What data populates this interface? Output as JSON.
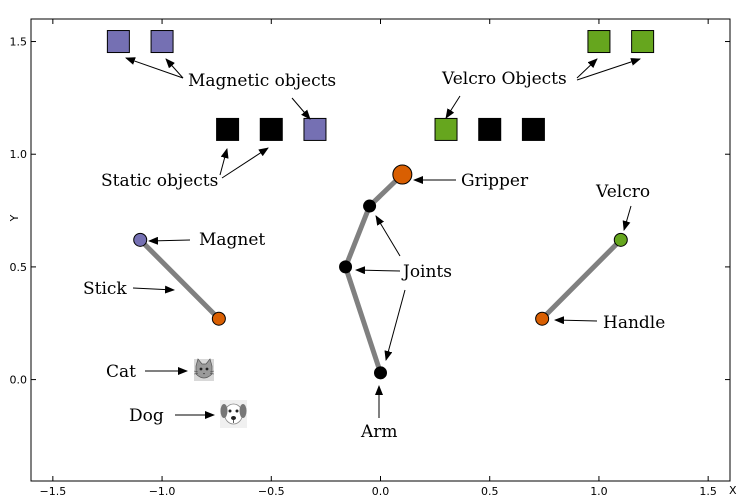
{
  "chart_data": {
    "type": "scatter",
    "xlabel": "X",
    "ylabel": "Y",
    "xlim": [
      -1.6,
      1.6
    ],
    "ylim": [
      -0.45,
      1.6
    ],
    "xticks": [
      -1.5,
      -1.0,
      -0.5,
      0.0,
      0.5,
      1.0,
      1.5
    ],
    "xtick_labels": [
      "−1.5",
      "−1.0",
      "−0.5",
      "0.0",
      "0.5",
      "1.0",
      "1.5"
    ],
    "yticks": [
      0.0,
      0.5,
      1.0,
      1.5
    ],
    "ytick_labels": [
      "0.0",
      "0.5",
      "1.0",
      "1.5"
    ],
    "colors": {
      "magnetic": "#7570b3",
      "velcro": "#66a61e",
      "static": "#000000",
      "handle": "#d95f02",
      "link": "#808080"
    },
    "objects": [
      {
        "kind": "magnetic",
        "x": -1.2,
        "y": 1.5
      },
      {
        "kind": "magnetic",
        "x": -1.0,
        "y": 1.5
      },
      {
        "kind": "velcro",
        "x": 1.0,
        "y": 1.5
      },
      {
        "kind": "velcro",
        "x": 1.2,
        "y": 1.5
      },
      {
        "kind": "static",
        "x": -0.7,
        "y": 1.11
      },
      {
        "kind": "static",
        "x": -0.5,
        "y": 1.11
      },
      {
        "kind": "magnetic",
        "x": -0.3,
        "y": 1.11
      },
      {
        "kind": "velcro",
        "x": 0.3,
        "y": 1.11
      },
      {
        "kind": "static",
        "x": 0.5,
        "y": 1.11
      },
      {
        "kind": "static",
        "x": 0.7,
        "y": 1.11
      }
    ],
    "arm": {
      "points": [
        [
          0.0,
          0.03
        ],
        [
          -0.16,
          0.5
        ],
        [
          -0.05,
          0.77
        ],
        [
          0.1,
          0.91
        ]
      ],
      "gripper": [
        0.1,
        0.91
      ]
    },
    "magnet_stick": {
      "end": [
        -1.1,
        0.62
      ],
      "handle": [
        -0.74,
        0.27
      ]
    },
    "velcro_stick": {
      "end": [
        1.1,
        0.62
      ],
      "handle": [
        0.74,
        0.27
      ]
    },
    "annotations": {
      "magnetic_objects": "Magnetic objects",
      "velcro_objects": "Velcro Objects",
      "static_objects": "Static objects",
      "gripper": "Gripper",
      "joints": "Joints",
      "arm": "Arm",
      "magnet": "Magnet",
      "stick": "Stick",
      "velcro": "Velcro",
      "handle": "Handle",
      "cat": "Cat",
      "dog": "Dog"
    }
  }
}
